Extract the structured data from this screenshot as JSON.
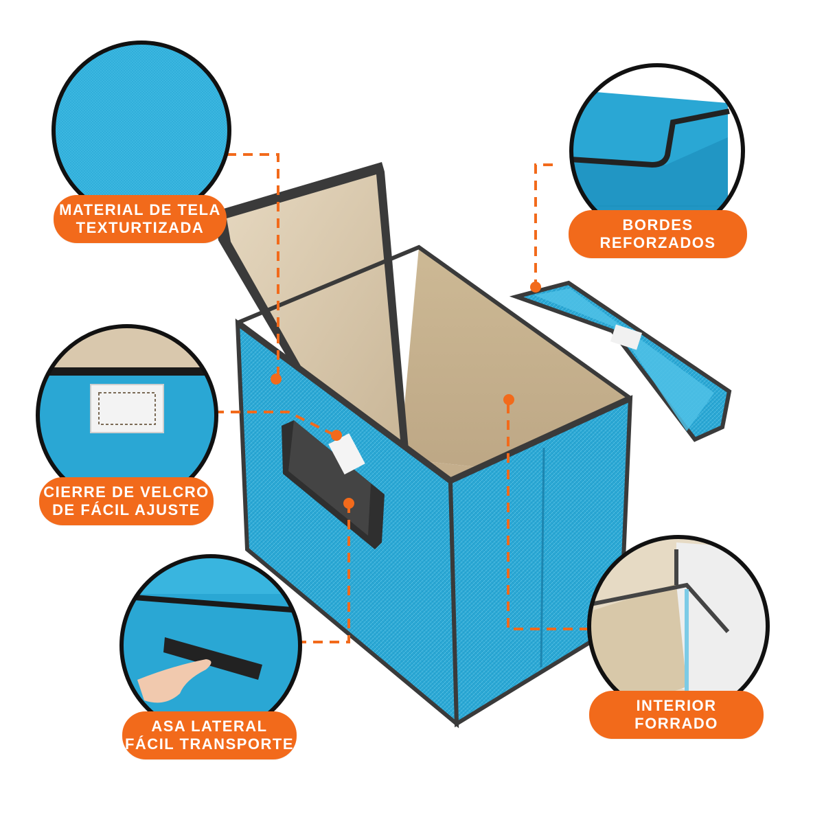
{
  "labels": {
    "material": {
      "line1": "MATERIAL DE TELA",
      "line2": "TEXTURTIZADA"
    },
    "bordes": {
      "line1": "BORDES",
      "line2": "REFORZADOS"
    },
    "velcro": {
      "line1": "CIERRE DE VELCRO",
      "line2": "DE FÁCIL AJUSTE"
    },
    "asa": {
      "line1": "ASA LATERAL",
      "line2": "FÁCIL TRANSPORTE"
    },
    "interior": {
      "line1": "INTERIOR",
      "line2": "FORRADO"
    }
  },
  "colors": {
    "accent": "#f26a1b",
    "fabric_blue": "#2aa7d4",
    "lining_beige": "#d9c8ad",
    "trim_dark": "#3a3a3a"
  }
}
